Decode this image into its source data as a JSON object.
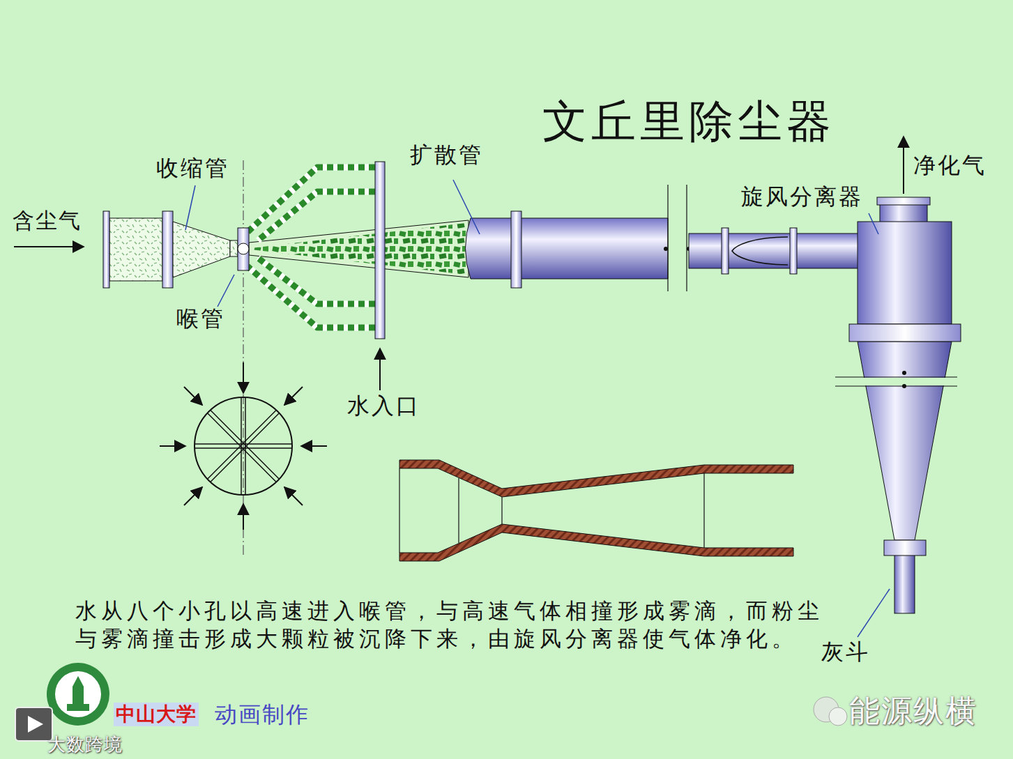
{
  "diagram": {
    "title": "文丘里除尘器",
    "caption": "水从八个小孔以高速进入喉管，与高速气体相撞形成雾滴，而粉尘与雾滴撞击形成大颗粒被沉降下来，由旋风分离器使气体净化。",
    "labels": [
      "含尘气",
      "收缩管",
      "喉管",
      "扩散管",
      "水入口",
      "旋风分离器",
      "净化气",
      "灰斗",
      "中山大学",
      "动画制作",
      "能源纵横",
      "大数跨境"
    ]
  }
}
